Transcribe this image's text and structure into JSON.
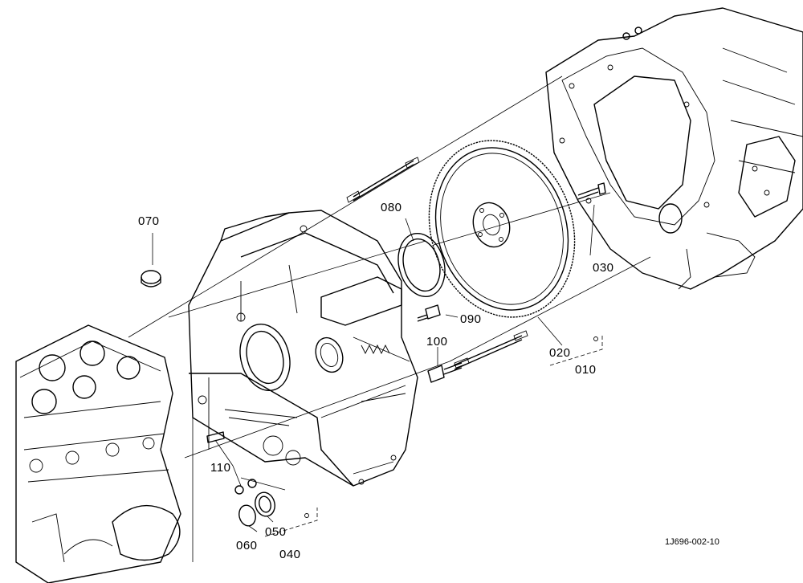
{
  "labels": {
    "p010": "010",
    "p020": "020",
    "p030": "030",
    "p040": "040",
    "p050": "050",
    "p060": "060",
    "p070": "070",
    "p080": "080",
    "p090": "090",
    "p100": "100",
    "p110": "110"
  },
  "drawing_code": "1J696-002-10"
}
